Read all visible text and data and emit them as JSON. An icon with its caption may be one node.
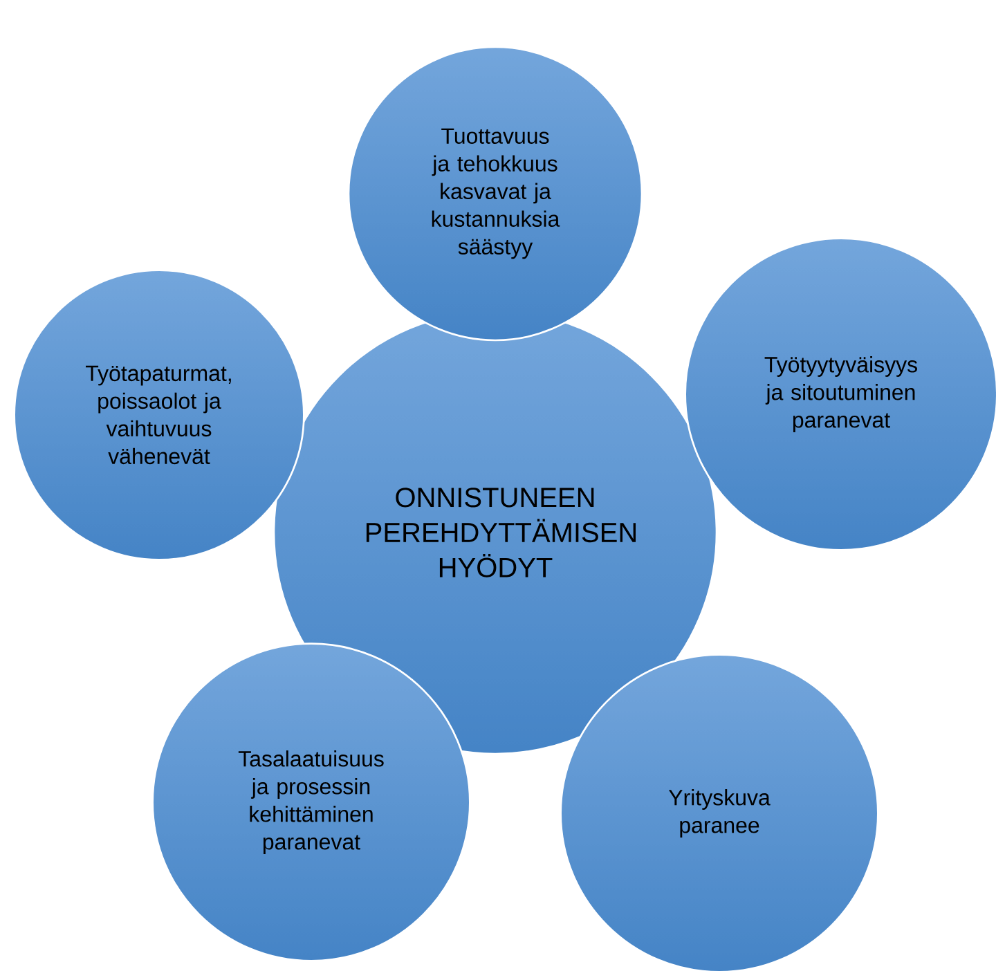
{
  "diagram": {
    "nodes": [
      {
        "text": [
          "ONNISTUNEEN PEREHDYTTÄMISEN HYÖDYT"
        ]
      },
      {
        "text": [
          "Tuottavuus ja tehokkuus kasvavat ja kustannuksia säästyy"
        ]
      },
      {
        "text": [
          "Työtapaturmat, poissaolot ja vaihtuvuus vähenevät"
        ]
      },
      {
        "text": [
          "Työtyytyväisyys ja sitoutuminen paranevat"
        ]
      },
      {
        "text": [
          "Tasalaatuisuus ja prosessin kehittäminen paranevat"
        ]
      },
      {
        "text": [
          "Yrityskuva paranee"
        ]
      }
    ]
  }
}
